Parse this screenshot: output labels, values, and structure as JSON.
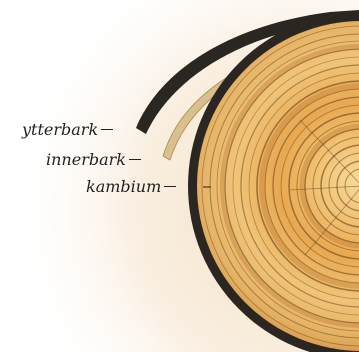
{
  "labels": {
    "outer_bark": "ytterbark",
    "inner_bark": "innerbark",
    "cambium": "kambium"
  },
  "colors": {
    "background_glow": "#f3dcbd",
    "bark": "#2a2622",
    "inner_bark": "#d9c08e",
    "wood_light": "#f0c878",
    "wood_dark": "#c98a3c",
    "ring_line": "#7a5226"
  }
}
